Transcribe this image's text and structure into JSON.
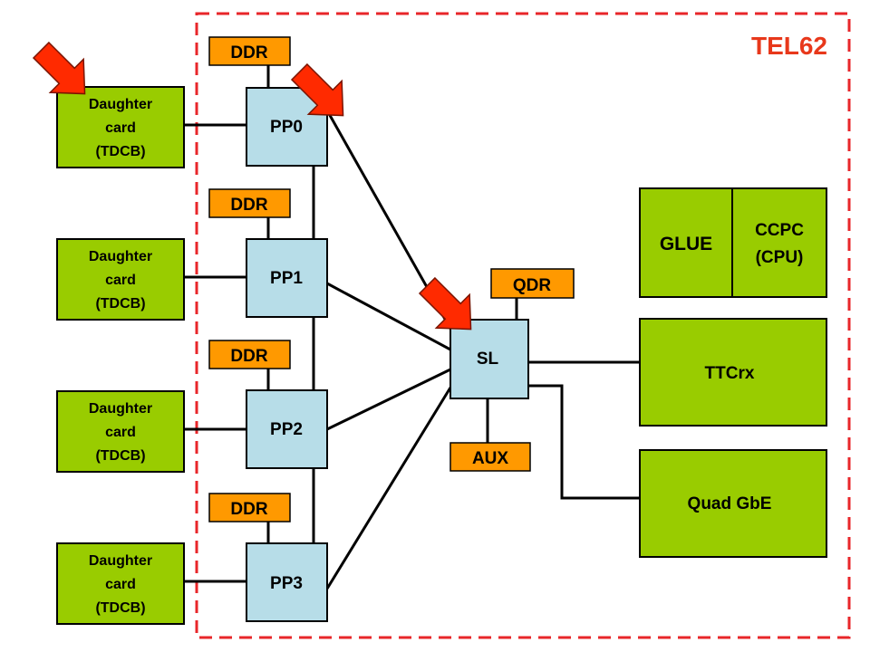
{
  "title": "TEL62",
  "daughter_cards": [
    {
      "lines": [
        "Daughter",
        "card",
        "(TDCB)"
      ]
    },
    {
      "lines": [
        "Daughter",
        "card",
        "(TDCB)"
      ]
    },
    {
      "lines": [
        "Daughter",
        "card",
        "(TDCB)"
      ]
    },
    {
      "lines": [
        "Daughter",
        "card",
        "(TDCB)"
      ]
    }
  ],
  "pp_blocks": [
    "PP0",
    "PP1",
    "PP2",
    "PP3"
  ],
  "ddr_blocks": [
    "DDR",
    "DDR",
    "DDR",
    "DDR"
  ],
  "sl": {
    "label": "SL",
    "qdr": "QDR",
    "aux": "AUX"
  },
  "glue": "GLUE",
  "ccpc": [
    "CCPC",
    "(CPU)"
  ],
  "ttcrx": "TTCrx",
  "gbe": "Quad GbE",
  "colors": {
    "green": "#99cc00",
    "pp_blue": "#b7dde8",
    "orange": "#ff9900",
    "title_red": "#e8381b",
    "border_red": "#e8262a",
    "arrow_red": "#ff2a00"
  }
}
